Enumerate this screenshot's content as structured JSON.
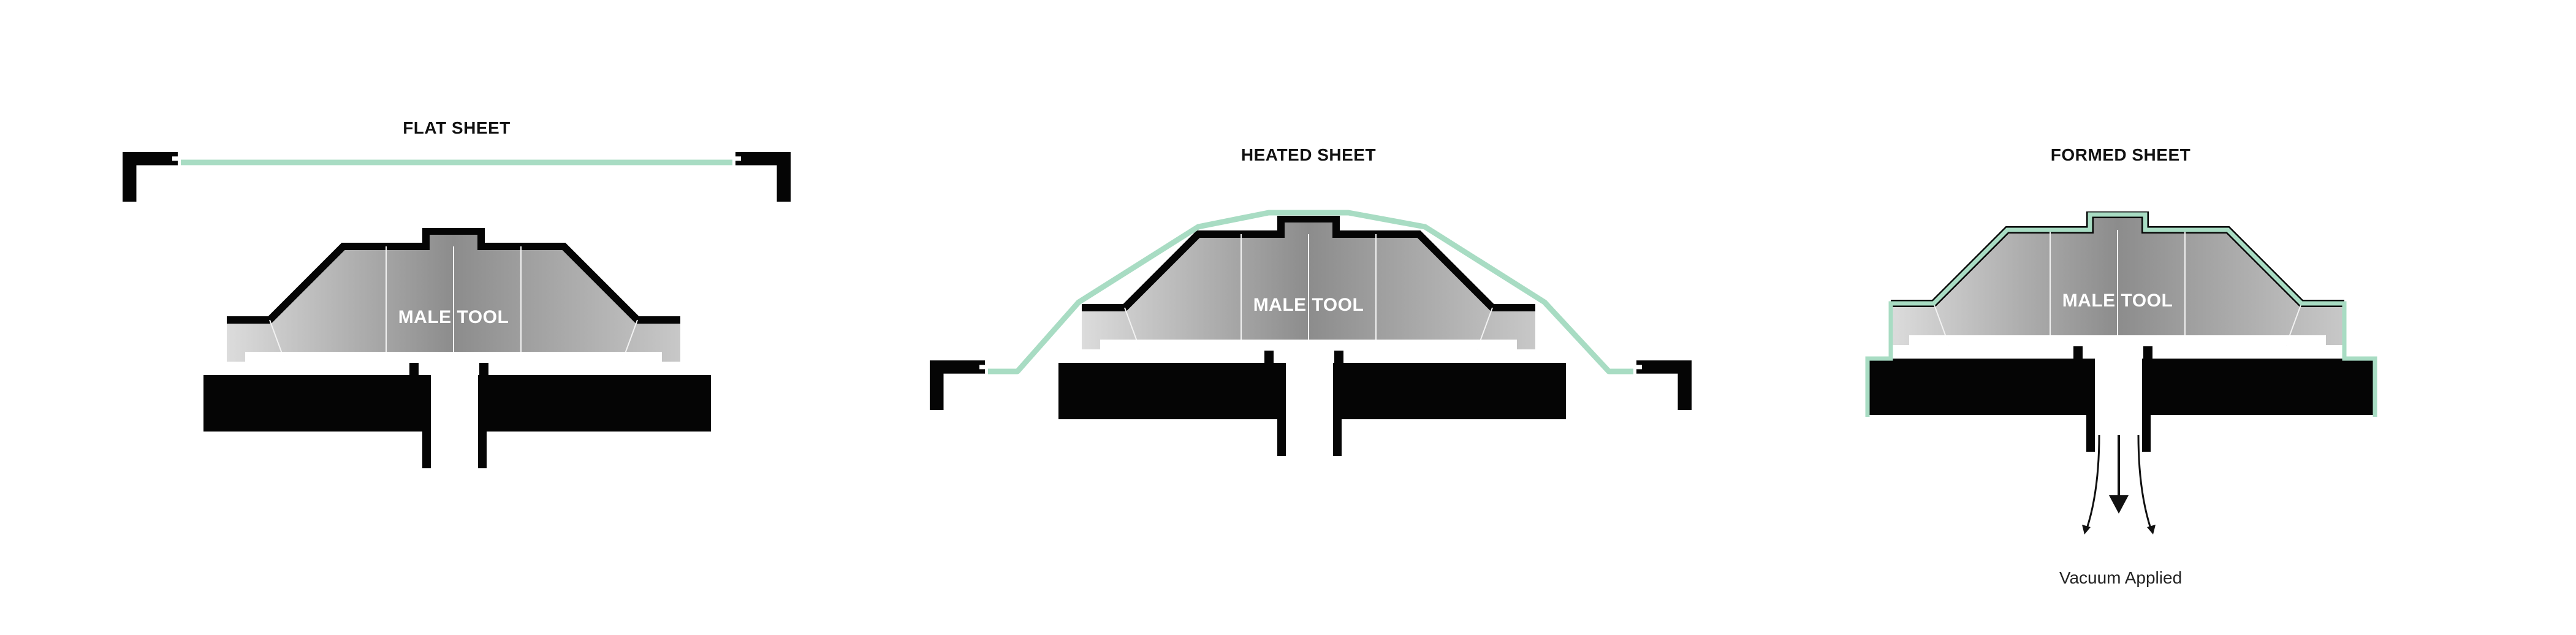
{
  "panels": [
    {
      "title": "FLAT SHEET",
      "tool_label": "MALE TOOL"
    },
    {
      "title": "HEATED SHEET",
      "tool_label": "MALE TOOL"
    },
    {
      "title": "FORMED SHEET",
      "tool_label": "MALE TOOL"
    }
  ],
  "vacuum_label": "Vacuum Applied",
  "colors": {
    "sheet": "#a8dcc3",
    "frame": "#050505",
    "tool_dark": "#8a8a8a",
    "tool_light": "#e2e2e2",
    "background": "#ffffff"
  }
}
